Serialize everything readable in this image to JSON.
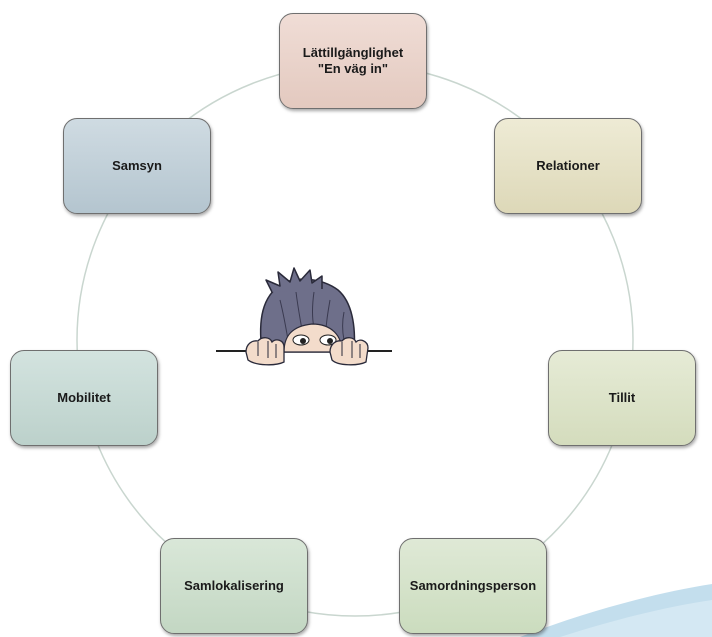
{
  "diagram": {
    "nodes": [
      {
        "label": "Lättillgänglighet\n\"En väg in\""
      },
      {
        "label": "Relationer"
      },
      {
        "label": "Tillit"
      },
      {
        "label": "Samordningsperson"
      },
      {
        "label": "Samlokalisering"
      },
      {
        "label": "Mobilitet"
      },
      {
        "label": "Samsyn"
      }
    ],
    "center_illustration": "child-peeking-icon",
    "ring_color": "#c9d6cf",
    "accent_swoosh_color": "#b9d8ea"
  }
}
